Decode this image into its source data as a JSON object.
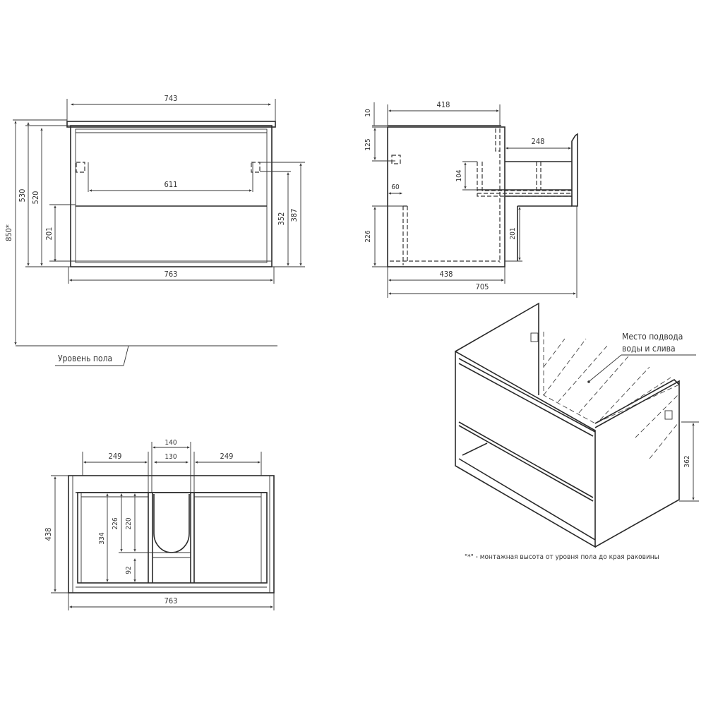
{
  "front_view": {
    "dims": {
      "overall_width_top": "743",
      "mount_spacing": "611",
      "overall_width_bottom": "763",
      "mount_height": "850*",
      "height_total": "530",
      "height_body": "520",
      "shelf_height": "201",
      "mount_hole_height_1": "352",
      "mount_hole_height_2": "387"
    },
    "floor_label": "Уровень пола"
  },
  "side_view": {
    "dims": {
      "top_depth": "418",
      "top_thickness": "10",
      "mount_offset": "125",
      "pipe_offset": "60",
      "pipe_height": "226",
      "body_depth": "438",
      "open_depth": "705",
      "drawer_extension": "248",
      "drawer_height": "104",
      "shelf_height": "201"
    }
  },
  "top_view": {
    "dims": {
      "left_width": "249",
      "cutout_outer": "140",
      "cutout_inner": "130",
      "right_width": "249",
      "depth": "438",
      "width": "763",
      "depth_inner": "334",
      "cutout_depth": "226",
      "cutout_depth_inner": "220",
      "rear_gap": "92"
    }
  },
  "isometric_view": {
    "callout_line1": "Место подвода",
    "callout_line2": "воды и слива",
    "height_dim": "362"
  },
  "footnote": "\"*\" - монтажная высота от уровня пола до края раковины"
}
